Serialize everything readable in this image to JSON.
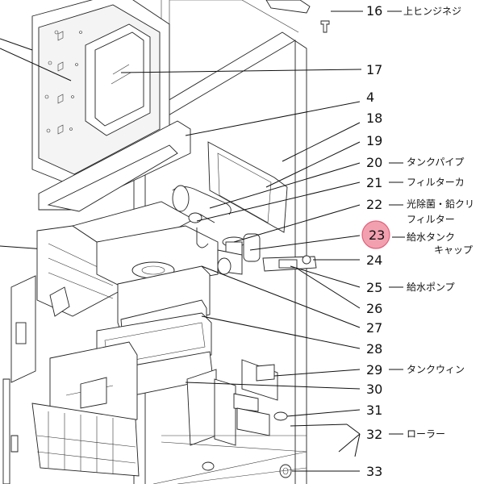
{
  "callouts": {
    "c16": {
      "num": "16",
      "label": "上ヒンジネジ"
    },
    "c17": {
      "num": "17",
      "label": ""
    },
    "c4": {
      "num": "4",
      "label": ""
    },
    "c18": {
      "num": "18",
      "label": ""
    },
    "c19": {
      "num": "19",
      "label": ""
    },
    "c20": {
      "num": "20",
      "label": "タンクパイプ"
    },
    "c21": {
      "num": "21",
      "label": "フィルターカ"
    },
    "c22": {
      "num": "22",
      "label": "光除菌・鉛クリ"
    },
    "c22b": {
      "label": "フィルター"
    },
    "c23": {
      "num": "23",
      "label": "給水タンク"
    },
    "c23b": {
      "label": "キャップ"
    },
    "c24": {
      "num": "24",
      "label": ""
    },
    "c25": {
      "num": "25",
      "label": "給水ポンプ"
    },
    "c26": {
      "num": "26",
      "label": ""
    },
    "c27": {
      "num": "27",
      "label": ""
    },
    "c28": {
      "num": "28",
      "label": ""
    },
    "c29": {
      "num": "29",
      "label": "タンクウィン"
    },
    "c30": {
      "num": "30",
      "label": ""
    },
    "c31": {
      "num": "31",
      "label": ""
    },
    "c32": {
      "num": "32",
      "label": "ローラー"
    },
    "c33": {
      "num": "33",
      "label": ""
    }
  },
  "highlight": {
    "color": "#f2a0b0",
    "border": "#e2607a"
  }
}
